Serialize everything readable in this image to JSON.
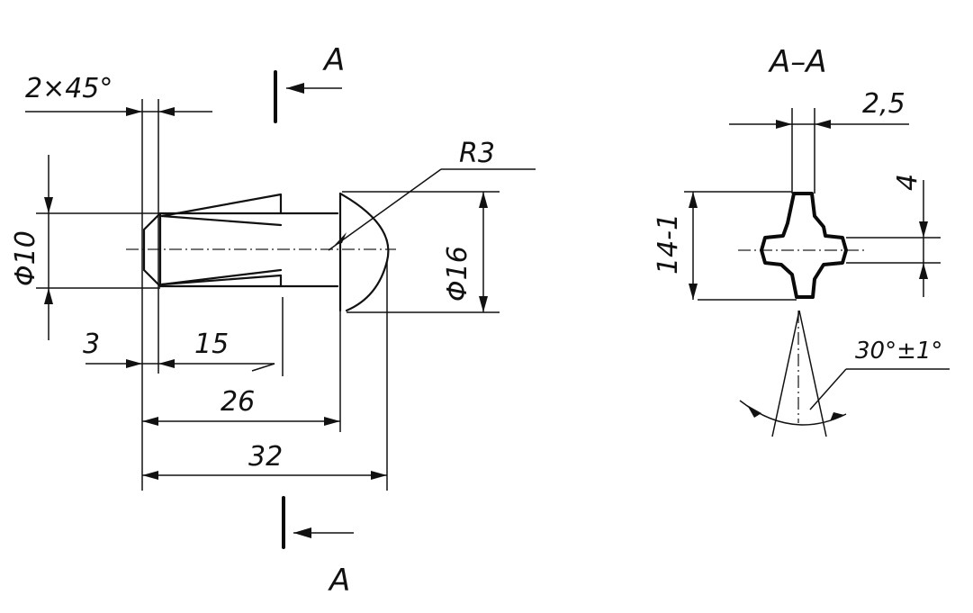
{
  "labels": {
    "chamfer": "2×45°",
    "section_mark": "A",
    "section_title": "A–A",
    "radius": "R3",
    "dia_shank": "Φ10",
    "dia_head": "Φ16",
    "dim_3": "3",
    "dim_15": "15",
    "dim_26": "26",
    "dim_32": "32",
    "slot_width": "2,5",
    "rib_height": "4",
    "cross_height": "14-1",
    "angle": "30°±1°"
  },
  "colors": {
    "line": "#111111",
    "hatch": "#222222",
    "background": "#ffffff"
  }
}
